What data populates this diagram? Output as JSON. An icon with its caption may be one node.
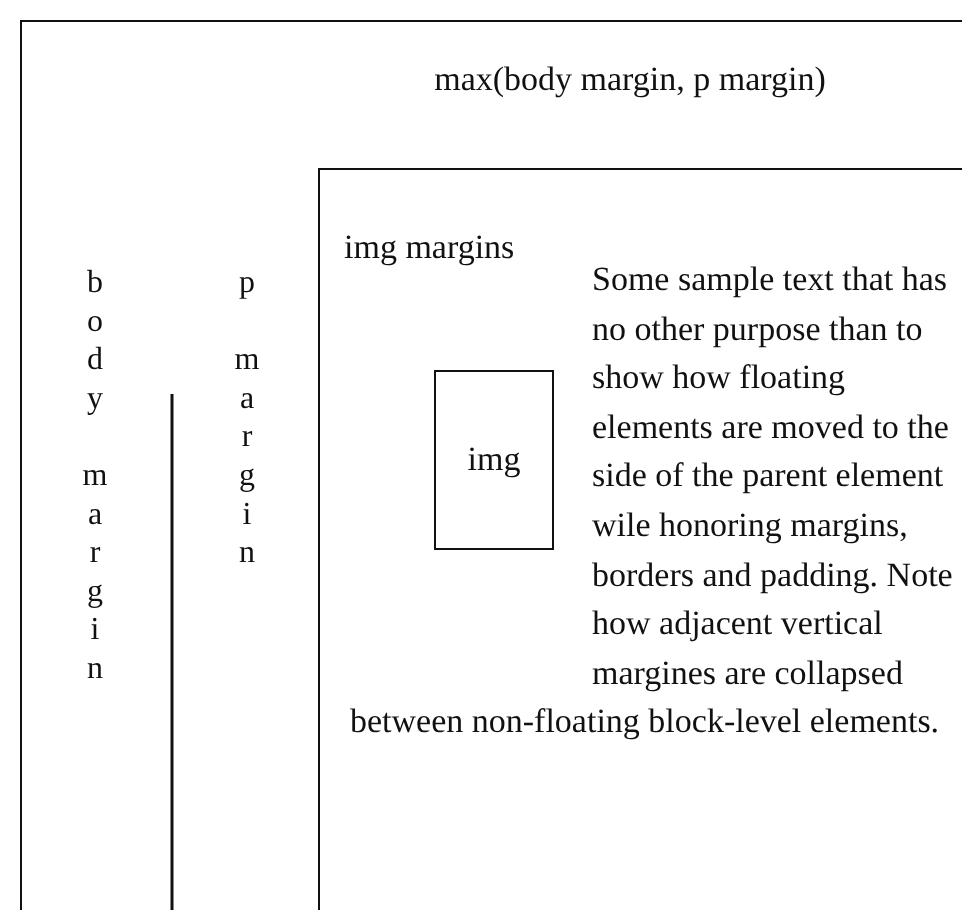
{
  "diagram": {
    "nodes": [
      {
        "text": [
          "max(body margin, p margin)"
        ]
      },
      {
        "text": [
          "Some sample text that has no other purpose than to show how floating elements are moved to the side of the parent element wile honoring margins, borders and padding. Note how adjacent vertical margines are collapsed between non-floating block-level elements."
        ],
        "in": 0
      },
      {
        "text": [
          "img"
        ],
        "in": 1,
        "beside": [
          "img margins"
        ]
      }
    ],
    "labels": [
      "body margin",
      "p margin"
    ]
  }
}
